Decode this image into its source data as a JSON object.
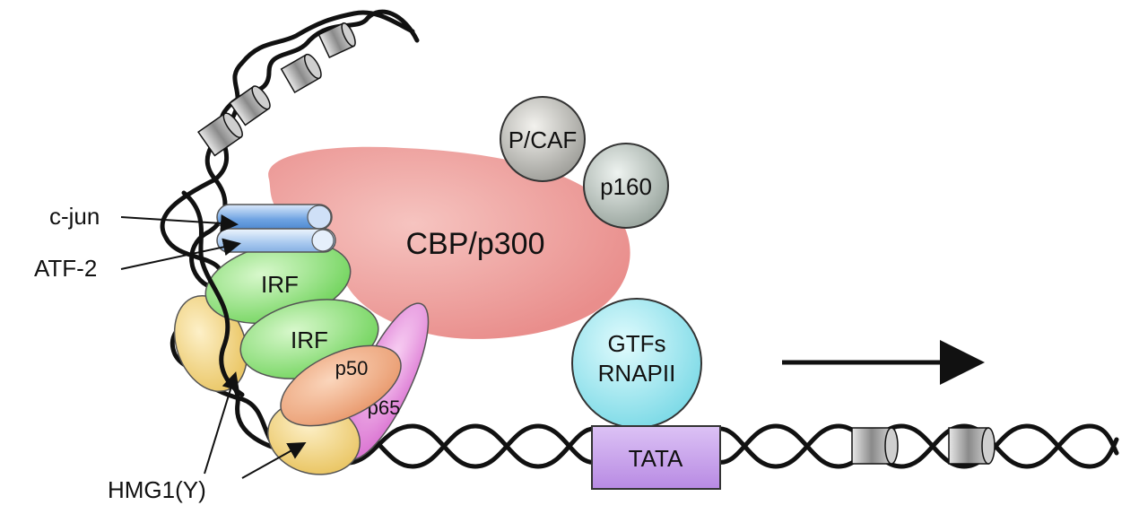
{
  "labels": {
    "cbp": "CBP/p300",
    "pcaf": "P/CAF",
    "p160": "p160",
    "gtfs_line1": "GTFs",
    "gtfs_line2": "RNAPII",
    "tata": "TATA",
    "irf_upper": "IRF",
    "irf_lower": "IRF",
    "p50": "p50",
    "p65": "p65",
    "cjun": "c-jun",
    "atf2": "ATF-2",
    "hmg": "HMG1(Y)"
  },
  "colors": {
    "cbp": "#f2a3a3",
    "pcaf": "#cfcfcb",
    "p160": "#c9d2cd",
    "gtfs": "#a9e8f0",
    "tata": "#cba6ee",
    "irf": "#9fe38f",
    "p50": "#f2b48a",
    "p65": "#e89ae2",
    "cjun": "#8fb8ea",
    "atf2": "#b9d3f0",
    "hmg": "#f3d88c",
    "dna": "#111111",
    "nucleosome": "#9a9a9a"
  }
}
